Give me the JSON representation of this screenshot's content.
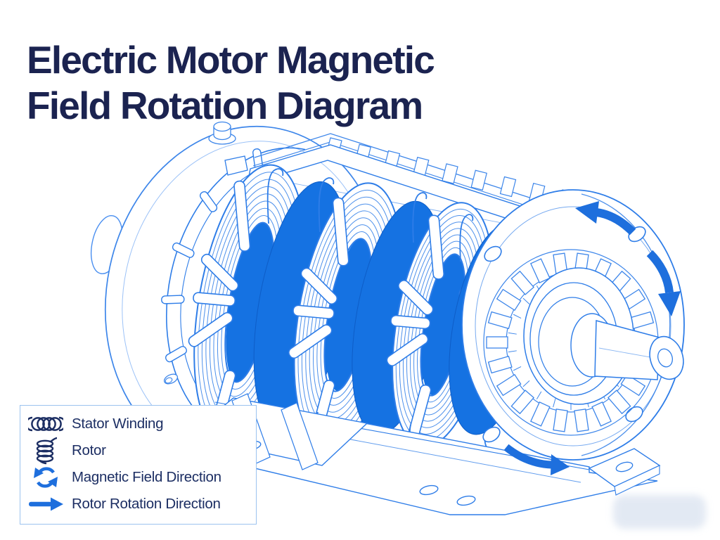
{
  "title": {
    "lines": [
      "Electric Motor Magnetic",
      "Field Rotation Diagram"
    ]
  },
  "legend": {
    "items": [
      {
        "icon": "stator-winding-icon",
        "label": "Stator Winding"
      },
      {
        "icon": "rotor-icon",
        "label": "Rotor"
      },
      {
        "icon": "magnetic-field-direction-icon",
        "label": "Magnetic Field Direction"
      },
      {
        "icon": "rotor-rotation-direction-icon",
        "label": "Rotor Rotation Direction"
      }
    ]
  },
  "colors": {
    "background": "#ffffff",
    "title_navy": "#1b2350",
    "legend_text_navy": "#1c2e63",
    "legend_border": "#9cc3ef",
    "line_blue": "#2e7de8",
    "line_blue_light": "#4a8ff0",
    "fill_blue": "#1572e2",
    "arrow_blue": "#1e6fdd"
  }
}
